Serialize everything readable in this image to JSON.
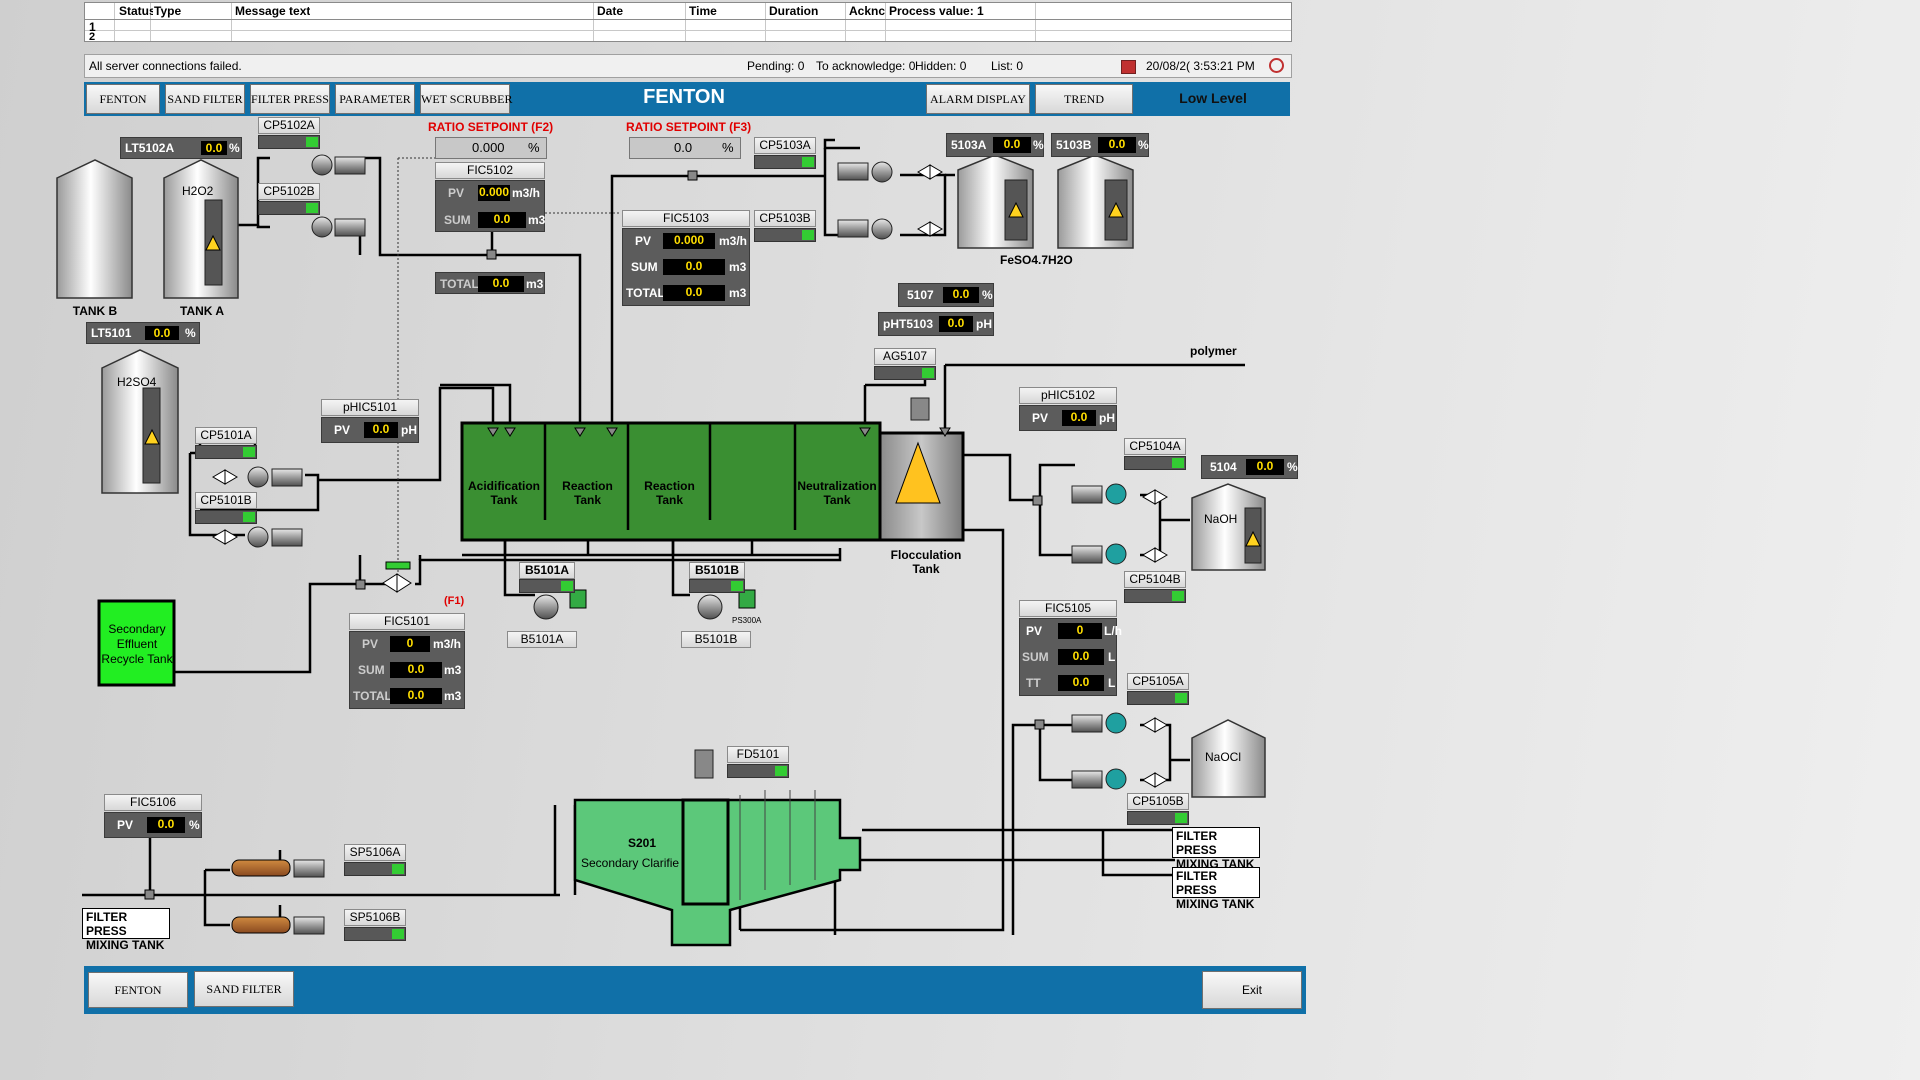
{
  "alarm": {
    "columns": [
      "Status",
      "Type",
      "Message text",
      "Date",
      "Time",
      "Duration",
      "Acknc",
      "Process value: 1"
    ],
    "rows": [
      "1",
      "2"
    ],
    "status_message": "All server connections failed.",
    "pending": "Pending: 0",
    "to_acknowledge": "To acknowledge: 0",
    "hidden": "Hidden: 0",
    "list": "List: 0",
    "datetime": "20/08/2( 3:53:21 PM"
  },
  "nav": {
    "buttons": [
      "FENTON",
      "SAND FILTER",
      "FILTER PRESS",
      "PARAMETER",
      "WET SCRUBBER"
    ],
    "title": "FENTON",
    "alarm_display": "ALARM DISPLAY",
    "trend": "TREND",
    "level": "Low Level"
  },
  "footer": {
    "fenton": "FENTON",
    "sand_filter": "SAND FILTER",
    "exit": "Exit"
  },
  "tags": {
    "LT5102A": "LT5102A",
    "LT5101": "LT5101",
    "CP5102A": "CP5102A",
    "CP5102B": "CP5102B",
    "FIC5102": "FIC5102",
    "FIC5103": "FIC5103",
    "CP5103A": "CP5103A",
    "CP5103B": "CP5103B",
    "t5103A": "5103A",
    "t5103B": "5103B",
    "t5107": "5107",
    "pHT5103": "pHT5103",
    "AG5107": "AG5107",
    "pHIC5101": "pHIC5101",
    "pHIC5102": "pHIC5102",
    "CP5101A": "CP5101A",
    "CP5101B": "CP5101B",
    "FIC5101": "FIC5101",
    "B5101A": "B5101A",
    "B5101B": "B5101B",
    "CP5104A": "CP5104A",
    "CP5104B": "CP5104B",
    "t5104": "5104",
    "FIC5105": "FIC5105",
    "CP5105A": "CP5105A",
    "CP5105B": "CP5105B",
    "FD5101": "FD5101",
    "FIC5106": "FIC5106",
    "SP5106A": "SP5106A",
    "SP5106B": "SP5106B",
    "PS300A": "PS300A"
  },
  "labels": {
    "pv": "PV",
    "sum": "SUM",
    "total": "TOTAL",
    "tt": "TT",
    "pct": "%",
    "ph": "pH",
    "m3h": "m3/h",
    "m3": "m3",
    "lh": "L/h",
    "l": "L",
    "zero": "0.0",
    "zero3": "0.000",
    "zero_f3": "0.0",
    "zero_a": "0"
  },
  "setpoints": {
    "f2": "RATIO SETPOINT (F2)",
    "f3": "RATIO SETPOINT (F3)",
    "f1": "(F1)"
  },
  "tanks": {
    "tank_b": "TANK B",
    "tank_a": "TANK A",
    "h2o2": "H2O2",
    "h2so4": "H2SO4",
    "feso4": "FeSO4.7H2O",
    "naoh": "NaOH",
    "naocl": "NaOCl",
    "polymer": "polymer",
    "acid": "Acidification Tank",
    "reaction1": "Reaction Tank",
    "reaction2": "Reaction Tank",
    "neutral": "Neutralization Tank",
    "floc": "Flocculation Tank",
    "recycle": "Secondary Effluent Recycle Tank",
    "s201": "S201",
    "clarifier": "Secondary Clarifie",
    "fp1": "FILTER PRESS MIXING TANK",
    "fp2": "FILTER PRESS MIXING TANK",
    "fp3": "FILTER PRESS MIXING TANK"
  },
  "colors": {
    "bar": "#1070a8",
    "tank": "#3a8f32",
    "clarifier": "#5cc87a",
    "recycle": "#22ee22",
    "green_ind": "#33cc33"
  }
}
